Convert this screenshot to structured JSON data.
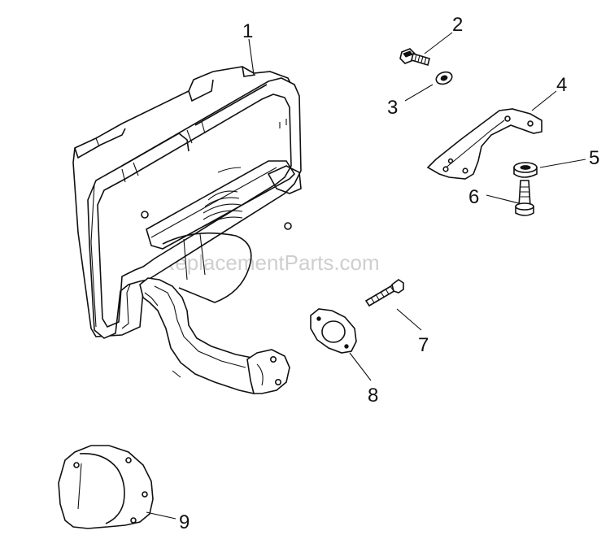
{
  "watermark": "eReplacementParts.com",
  "callouts": [
    {
      "id": "1",
      "label": "1"
    },
    {
      "id": "2",
      "label": "2"
    },
    {
      "id": "3",
      "label": "3"
    },
    {
      "id": "4",
      "label": "4"
    },
    {
      "id": "5",
      "label": "5"
    },
    {
      "id": "6",
      "label": "6"
    },
    {
      "id": "7",
      "label": "7"
    },
    {
      "id": "8",
      "label": "8"
    },
    {
      "id": "9",
      "label": "9"
    }
  ],
  "colors": {
    "ink": "#111111",
    "background": "#ffffff",
    "watermark": "#cfcfcf"
  }
}
